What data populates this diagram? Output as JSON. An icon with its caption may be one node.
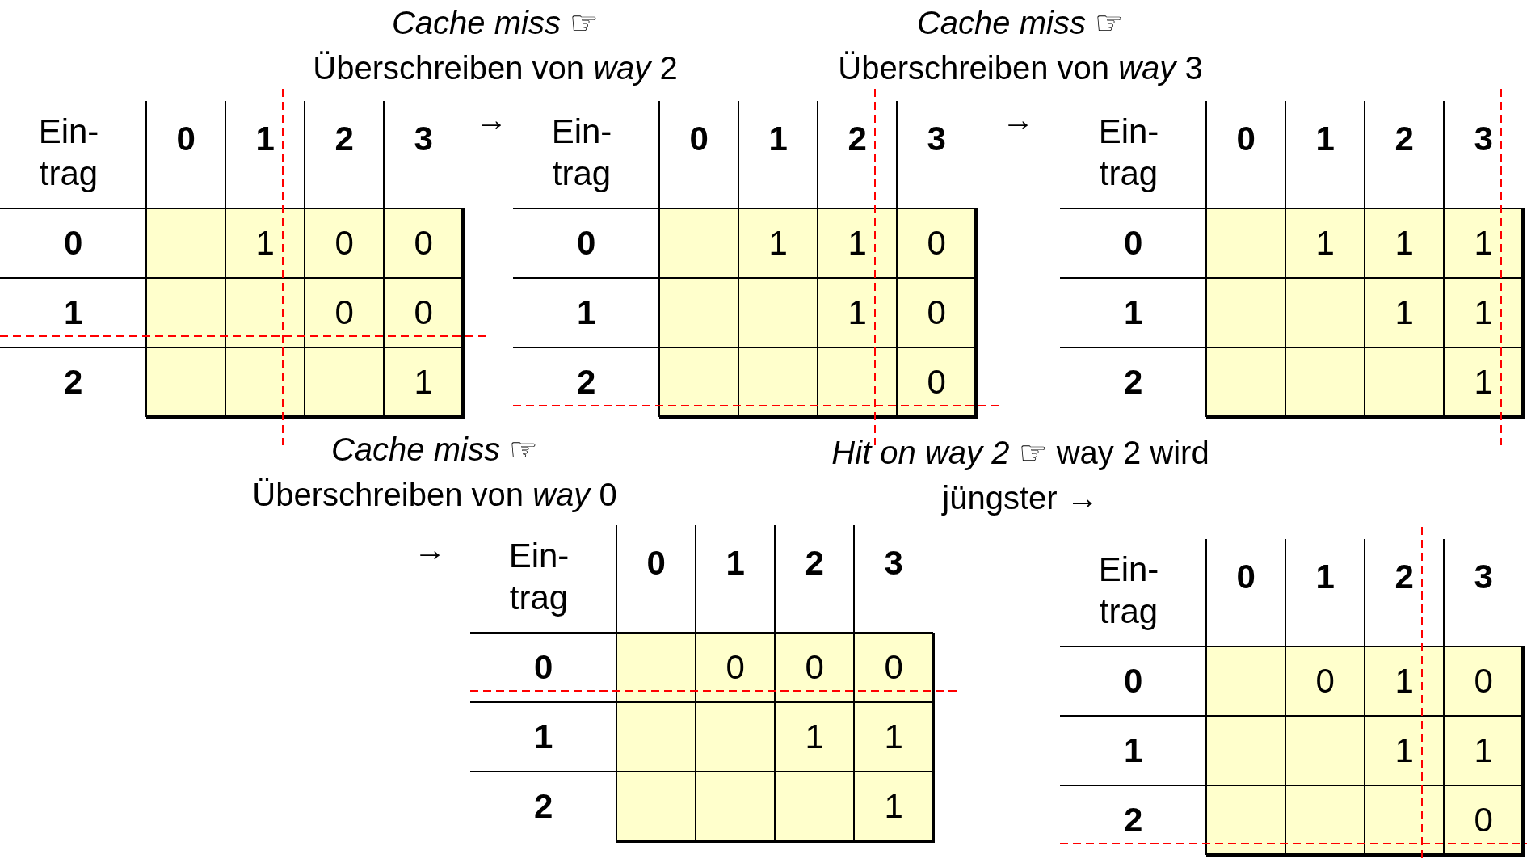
{
  "diagram": {
    "labels": [
      "Ein-trag",
      "0",
      "1",
      "2",
      "3",
      "0",
      "1",
      "0",
      "0",
      "1",
      "0",
      "0",
      "2",
      "1",
      "*Cache miss* ☞",
      "Überschreiben von *way* 2",
      "→",
      "Ein-trag",
      "0",
      "1",
      "2",
      "3",
      "0",
      "1",
      "1",
      "0",
      "1",
      "1",
      "0",
      "2",
      "0",
      "*Cache miss* ☞",
      "Überschreiben von *way* 3",
      "→",
      "Ein-trag",
      "0",
      "1",
      "2",
      "3",
      "0",
      "1",
      "1",
      "1",
      "1",
      "1",
      "1",
      "2",
      "1",
      "*Cache miss* ☞",
      "Überschreiben von *way* 0",
      "→",
      "Ein-trag",
      "0",
      "1",
      "2",
      "3",
      "0",
      "0",
      "0",
      "0",
      "1",
      "1",
      "1",
      "2",
      "1",
      "*Hit on way 2* ☞ way 2 wird jüngster →",
      "Ein-trag",
      "0",
      "1",
      "2",
      "3",
      "0",
      "0",
      "1",
      "0",
      "1",
      "1",
      "1",
      "2",
      "0"
    ]
  }
}
